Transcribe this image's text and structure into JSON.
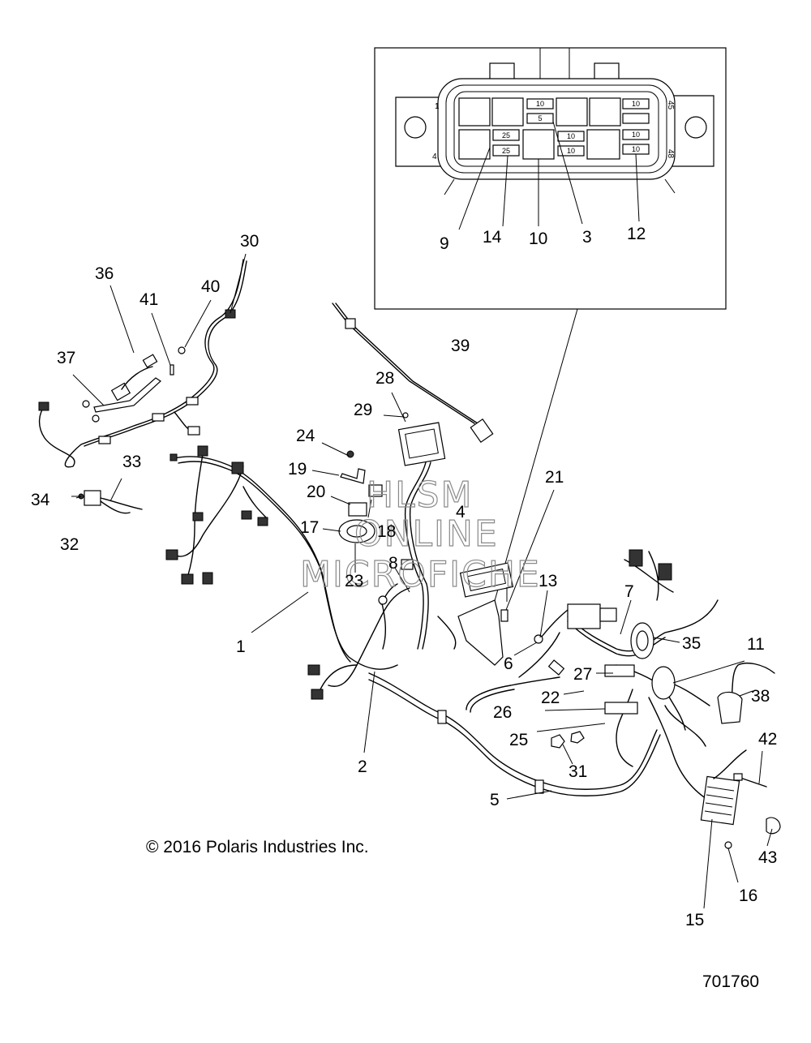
{
  "callouts": {
    "c1": "1",
    "c2": "2",
    "c3": "3",
    "c4": "4",
    "c5": "5",
    "c6": "6",
    "c7": "7",
    "c8": "8",
    "c9": "9",
    "c10": "10",
    "c11": "11",
    "c12": "12",
    "c13": "13",
    "c14": "14",
    "c15": "15",
    "c16": "16",
    "c17": "17",
    "c18": "18",
    "c19": "19",
    "c20": "20",
    "c21": "21",
    "c22": "22",
    "c23": "23",
    "c24": "24",
    "c25": "25",
    "c26": "26",
    "c27": "27",
    "c28": "28",
    "c29": "29",
    "c30": "30",
    "c31": "31",
    "c32": "32",
    "c33": "33",
    "c34": "34",
    "c35": "35",
    "c36": "36",
    "c37": "37",
    "c38": "38",
    "c39": "39",
    "c40": "40",
    "c41": "41",
    "c42": "42",
    "c43": "43"
  },
  "fuse_box": {
    "fuse_labels": [
      "10",
      "5",
      "25",
      "25",
      "10",
      "10",
      "10",
      "10",
      "10"
    ],
    "pin_labels": {
      "top_left": "1",
      "bottom_left": "4",
      "top_right": "45",
      "bottom_right": "48"
    }
  },
  "watermark": {
    "line1": "HLSM",
    "line2": "ONLINE",
    "line3": "MICROFICHE"
  },
  "copyright": "© 2016 Polaris Industries Inc.",
  "drawing_number": "701760"
}
